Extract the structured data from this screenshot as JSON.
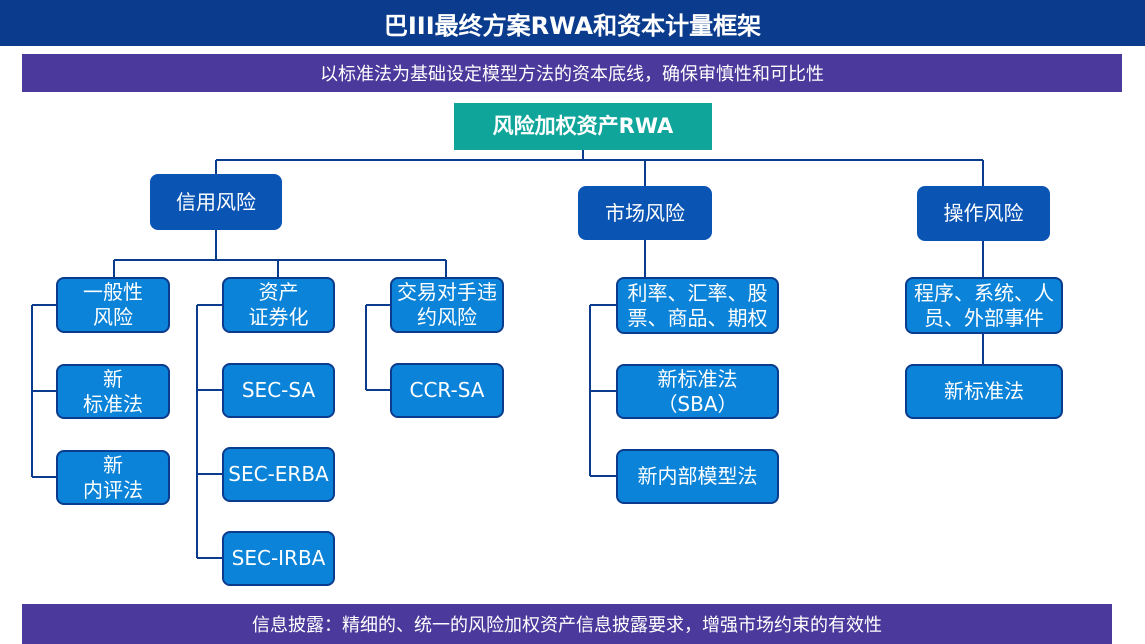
{
  "title": "巴III最终方案RWA和资本计量框架",
  "subtitle": "以标准法为基础设定模型方法的资本底线，确保审慎性和可比性",
  "root": "风险加权资产RWA",
  "categories": {
    "credit": "信用风险",
    "market": "市场风险",
    "operational": "操作风险"
  },
  "credit": {
    "general": {
      "label": "一般性\n风险",
      "children": [
        "新\n标准法",
        "新\n内评法"
      ]
    },
    "securitization": {
      "label": "资产\n证券化",
      "children": [
        "SEC-SA",
        "SEC-ERBA",
        "SEC-IRBA"
      ]
    },
    "counterparty": {
      "label": "交易对手违\n约风险",
      "children": [
        "CCR-SA"
      ]
    }
  },
  "market": {
    "scope": "利率、汇率、股\n票、商品、期权",
    "children": [
      "新标准法\n（SBA）",
      "新内部模型法"
    ]
  },
  "operational": {
    "scope": "程序、系统、人\n员、外部事件",
    "children": [
      "新标准法"
    ]
  },
  "footer": "信息披露：精细的、统一的风险加权资产信息披露要求，增强市场约束的有效性",
  "colors": {
    "title_bg": "#0a3b8c",
    "band_bg": "#4b3a9b",
    "root_bg": "#10a59b",
    "category_bg": "#0a55b4",
    "leaf_bg": "#0a83d8",
    "connector": "#0a3b8c"
  }
}
